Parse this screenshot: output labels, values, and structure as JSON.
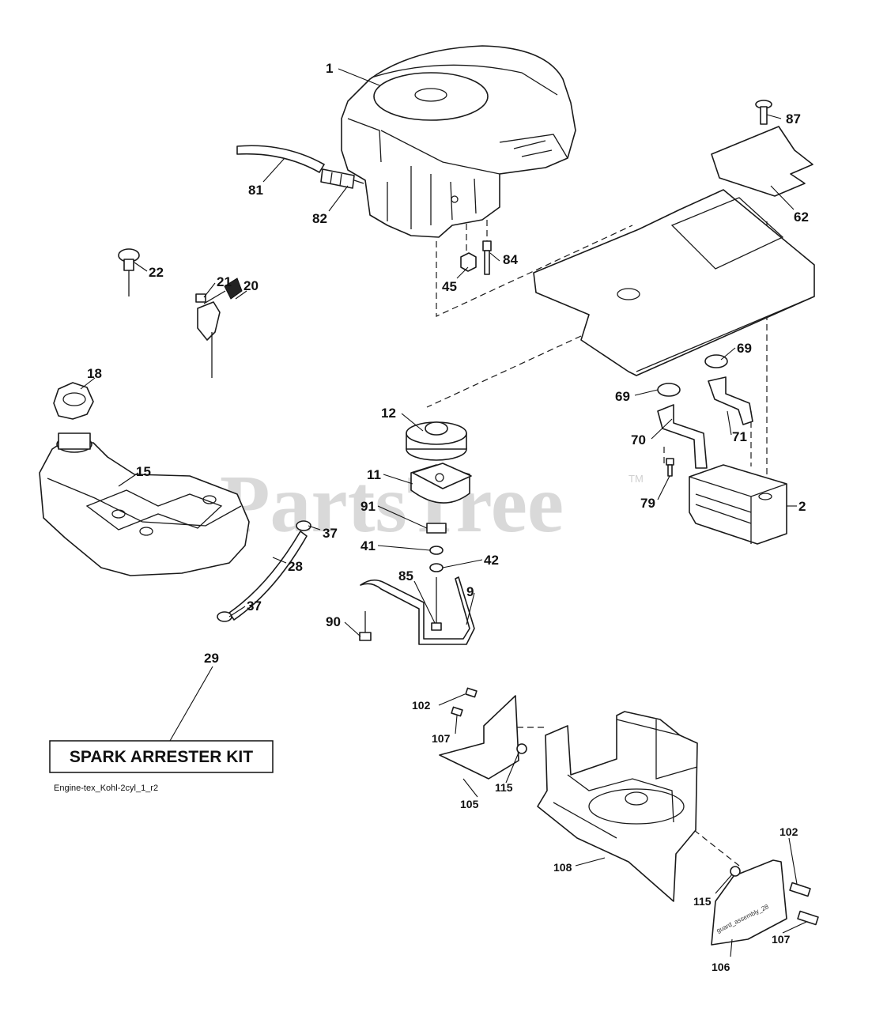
{
  "watermark": {
    "text": "PartsTree",
    "tm": "TM"
  },
  "kit_label": "SPARK ARRESTER KIT",
  "reference": "Engine-tex_Kohl-2cyl_1_r2",
  "guard_stamp": "guard_assembly_28",
  "callouts": {
    "c1": "1",
    "c2": "2",
    "c9": "9",
    "c11": "11",
    "c12": "12",
    "c15": "15",
    "c18": "18",
    "c20": "20",
    "c21": "21",
    "c22": "22",
    "c28": "28",
    "c29": "29",
    "c37a": "37",
    "c37b": "37",
    "c41": "41",
    "c42": "42",
    "c45": "45",
    "c62": "62",
    "c69a": "69",
    "c69b": "69",
    "c70": "70",
    "c71": "71",
    "c79": "79",
    "c81": "81",
    "c82": "82",
    "c84": "84",
    "c85": "85",
    "c87": "87",
    "c90": "90",
    "c91": "91",
    "c102a": "102",
    "c102b": "102",
    "c105": "105",
    "c106": "106",
    "c107a": "107",
    "c107b": "107",
    "c108": "108",
    "c115a": "115",
    "c115b": "115"
  }
}
